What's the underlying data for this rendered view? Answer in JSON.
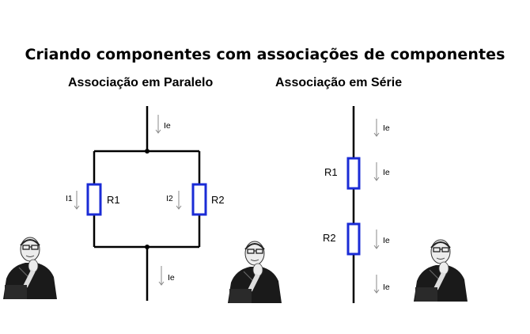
{
  "title": "Criando componentes com associações de componentes",
  "parallel": {
    "heading": "Associação em Paralelo",
    "resistors": [
      "R1",
      "R2"
    ],
    "currents": {
      "top": "Ie",
      "left": "I1",
      "right": "I2",
      "bottom": "Ie"
    }
  },
  "series": {
    "heading": "Associação em Série",
    "resistors": [
      "R1",
      "R2"
    ],
    "currents": [
      "Ie",
      "Ie",
      "Ie",
      "Ie"
    ]
  },
  "colors": {
    "wire": "#000000",
    "resistor": "#1a2bd6",
    "arrow": "#8a8a8a"
  }
}
